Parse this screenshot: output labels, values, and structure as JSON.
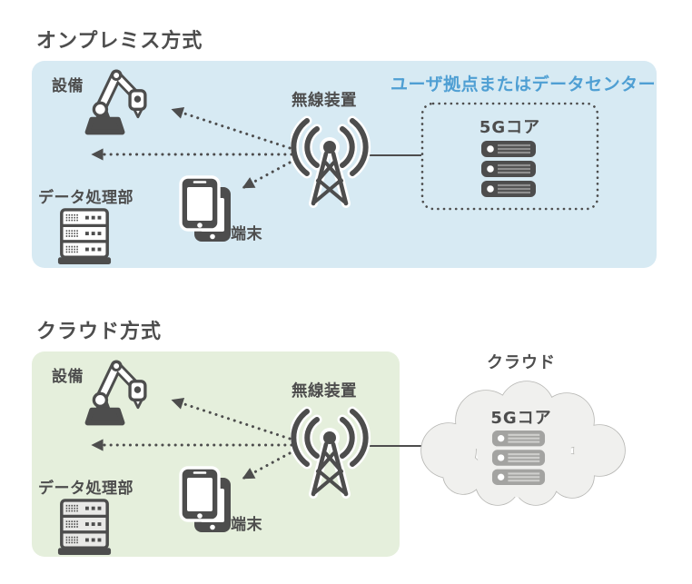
{
  "diagram": {
    "sections": [
      {
        "title": "オンプレミス方式",
        "labels": {
          "equipment": "設備",
          "data_processing": "データ処理部",
          "terminal": "端末",
          "radio": "無線装置"
        },
        "core": {
          "location_label": "ユーザ拠点またはデータセンター",
          "core_label": "5Gコア",
          "container_type": "dotted-box"
        }
      },
      {
        "title": "クラウド方式",
        "labels": {
          "equipment": "設備",
          "data_processing": "データ処理部",
          "terminal": "端末",
          "radio": "無線装置"
        },
        "core": {
          "location_label": "クラウド",
          "core_label": "5Gコア",
          "container_type": "cloud"
        }
      }
    ],
    "icons": {
      "equipment": "robot-arm-icon",
      "data_processing": "server-rack-icon",
      "terminal": "smartphones-icon",
      "radio": "radio-tower-icon",
      "core": "server-stack-icon"
    },
    "colors": {
      "onprem_panel": "#d7eaf3",
      "cloud_panel": "#e5efdc",
      "accent_blue": "#4f9fd3",
      "ink": "#4d4d4d",
      "cloud_shape_fill": "#f0f0ee",
      "cloud_shape_border": "#b7b7b4",
      "core_server_dark": "#4d4d4d",
      "core_server_gray": "#a3a3a1"
    }
  }
}
